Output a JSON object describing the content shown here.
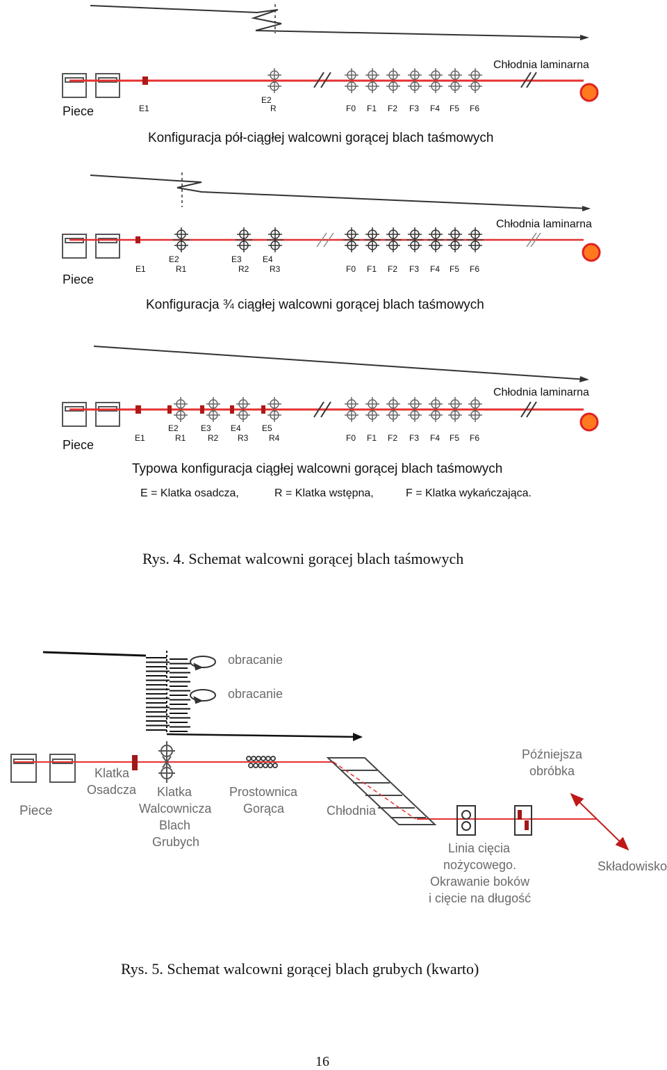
{
  "colors": {
    "line": "#e53030",
    "coil": "#ff7a1f",
    "coil_ring": "#e02020",
    "equipment": "#555555",
    "text": "#111111",
    "grey_text": "#6a6a6a"
  },
  "fig4": {
    "panels": [
      {
        "id": "polciagla",
        "cooler_label": "Chłodnia laminarna",
        "furnace_label": "Piece",
        "title": "Konfiguracja  pół-ciągłej walcowni gorącej blach taśmowych",
        "labels": {
          "e1": "E1",
          "e2": "E2",
          "r": "R",
          "f": [
            "F0",
            "F1",
            "F2",
            "F3",
            "F4",
            "F5",
            "F6"
          ]
        }
      },
      {
        "id": "trzyczwarte",
        "cooler_label": "Chłodnia laminarna",
        "furnace_label": "Piece",
        "title": "Konfiguracja ¾  ciągłej walcowni gorącej blach taśmowych",
        "labels": {
          "e1": "E1",
          "e": [
            "E2",
            "E3",
            "E4"
          ],
          "r": [
            "R1",
            "R2",
            "R3"
          ],
          "f": [
            "F0",
            "F1",
            "F2",
            "F3",
            "F4",
            "F5",
            "F6"
          ]
        }
      },
      {
        "id": "ciagla",
        "cooler_label": "Chłodnia laminarna",
        "furnace_label": "Piece",
        "title": "Typowa konfiguracja ciągłej walcowni gorącej blach taśmowych",
        "labels": {
          "e1": "E1",
          "e": [
            "E2",
            "E3",
            "E4",
            "E5"
          ],
          "r": [
            "R1",
            "R2",
            "R3",
            "R4"
          ],
          "f": [
            "F0",
            "F1",
            "F2",
            "F3",
            "F4",
            "F5",
            "F6"
          ]
        }
      }
    ],
    "legend": {
      "e": "E = Klatka osadcza,",
      "r": "R = Klatka wstępna,",
      "f": "F = Klatka wykańczająca."
    },
    "caption": "Rys. 4. Schemat walcowni gorącej blach taśmowych"
  },
  "fig5": {
    "rotate_1": "obracanie",
    "rotate_2": "obracanie",
    "furnace": "Piece",
    "edger": [
      "Klatka",
      "Osadcza"
    ],
    "plate_mill": [
      "Klatka",
      "Walcownicza",
      "Blach",
      "Grubych"
    ],
    "leveler": [
      "Prostownica",
      "Gorąca"
    ],
    "cooler": "Chłodnia",
    "later_processing": [
      "Późniejsza",
      "obróbka"
    ],
    "shear_line": [
      "Linia cięcia",
      "nożycowego.",
      "Okrawanie boków",
      "i cięcie na długość"
    ],
    "storage": "Składowisko",
    "caption": "Rys. 5. Schemat walcowni gorącej blach grubych (kwarto)"
  },
  "page_number": "16"
}
